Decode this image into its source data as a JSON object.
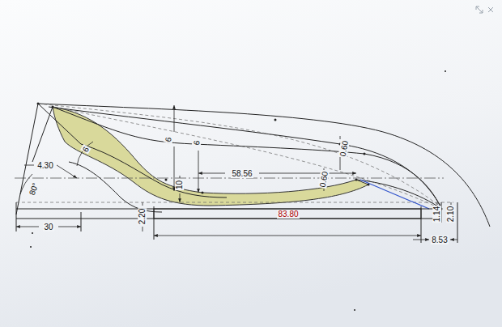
{
  "diagram": {
    "labels": [
      "6",
      "6",
      "6",
      "4.30",
      "80°",
      "30",
      "58.56",
      "10",
      "0.60",
      "0.60",
      "2.20",
      "83.80",
      "1.14",
      "2.10",
      "8.53"
    ]
  }
}
